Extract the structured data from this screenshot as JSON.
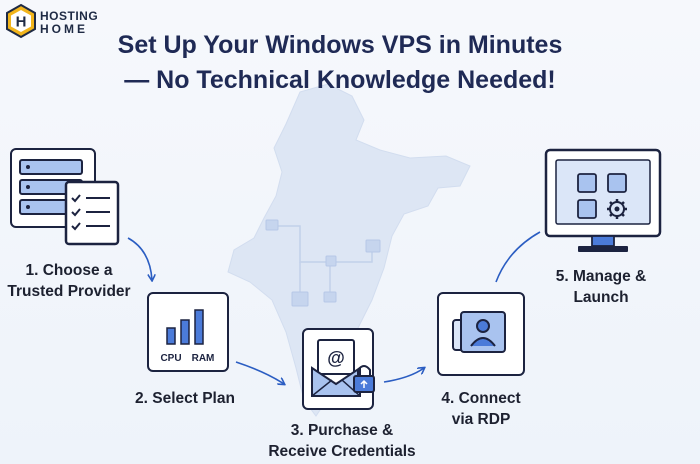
{
  "logo": {
    "line1": "HOSTING",
    "line2": "HOME",
    "mark": "H"
  },
  "title": {
    "line1": "Set Up Your Windows VPS in Minutes",
    "line2": "— No Technical Knowledge Needed!"
  },
  "steps": [
    {
      "line1": "1. Choose a",
      "line2": "Trusted Provider",
      "icon": "server-checklist-icon"
    },
    {
      "line1": "2. Select Plan",
      "icon": "bar-chart-icon",
      "chart_labels": [
        "CPU",
        "RAM"
      ]
    },
    {
      "line1": "3. Purchase &",
      "line2": "Receive Credentials",
      "icon": "email-lock-icon"
    },
    {
      "line1": "4. Connect",
      "line2": "via RDP",
      "icon": "remote-user-icon"
    },
    {
      "line1": "5. Manage &",
      "line2": "Launch",
      "icon": "monitor-dashboard-icon"
    }
  ],
  "colors": {
    "navy": "#1c2340",
    "accent_blue": "#4b7bd9",
    "light_blue": "#a9c3ef",
    "map_fill": "#dde6f4",
    "logo_gold": "#f2b51c"
  }
}
